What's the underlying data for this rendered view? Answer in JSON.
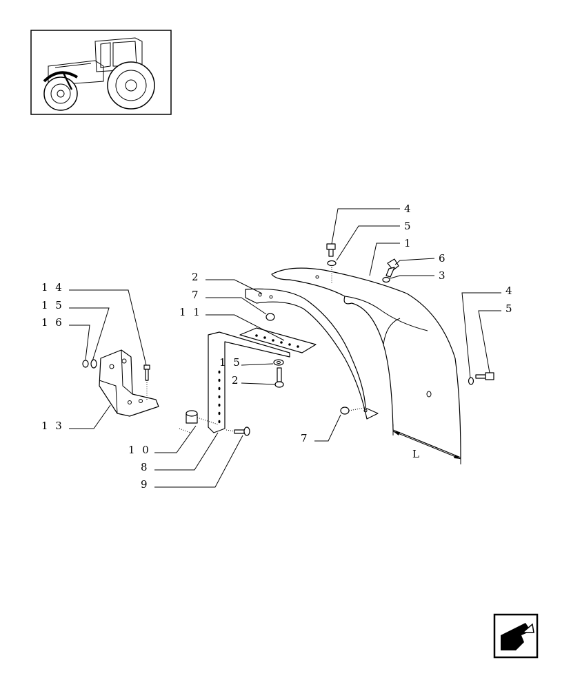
{
  "callouts": [
    {
      "id": "c4a",
      "text": "4"
    },
    {
      "id": "c5a",
      "text": "5"
    },
    {
      "id": "c1",
      "text": "1"
    },
    {
      "id": "c6",
      "text": "6"
    },
    {
      "id": "c3",
      "text": "3"
    },
    {
      "id": "c4b",
      "text": "4"
    },
    {
      "id": "c5b",
      "text": "5"
    },
    {
      "id": "c2a",
      "text": "2"
    },
    {
      "id": "c7a",
      "text": "7"
    },
    {
      "id": "c11",
      "text": "1 1"
    },
    {
      "id": "c15b",
      "text": "1 5"
    },
    {
      "id": "c2b",
      "text": "2"
    },
    {
      "id": "c14",
      "text": "1 4"
    },
    {
      "id": "c15a",
      "text": "1 5"
    },
    {
      "id": "c16",
      "text": "1 6"
    },
    {
      "id": "c13",
      "text": "1 3"
    },
    {
      "id": "c10",
      "text": "1 0"
    },
    {
      "id": "c8",
      "text": "8"
    },
    {
      "id": "c9",
      "text": "9"
    },
    {
      "id": "c7b",
      "text": "7"
    }
  ],
  "dimension": {
    "label": "L"
  },
  "icons": {
    "thumbnail": "tractor-thumbnail-icon",
    "nav": "previous-page-arrow-icon"
  }
}
